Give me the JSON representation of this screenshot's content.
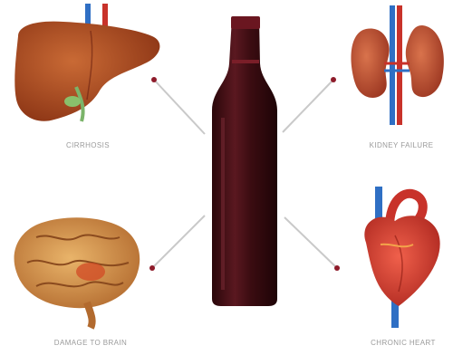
{
  "diagram": {
    "center": {
      "icon": "wine-bottle-icon"
    },
    "organs": [
      {
        "id": "liver",
        "icon": "liver-icon",
        "caption": "CIRRHOSIS"
      },
      {
        "id": "kidney",
        "icon": "kidney-icon",
        "caption": "KIDNEY FAILURE"
      },
      {
        "id": "brain",
        "icon": "brain-icon",
        "caption": "DAMAGE TO BRAIN"
      },
      {
        "id": "heart",
        "icon": "heart-icon",
        "caption": "CHRONIC HEART"
      }
    ],
    "colors": {
      "bottle": "#4a1116",
      "connector": "#c9c9c9",
      "connector_dot": "#8e1b2a",
      "liver": "#a3471c",
      "kidney": "#b64a2e",
      "brain": "#d79550",
      "heart": "#d63b2f",
      "caption": "#9a9a9a"
    }
  }
}
